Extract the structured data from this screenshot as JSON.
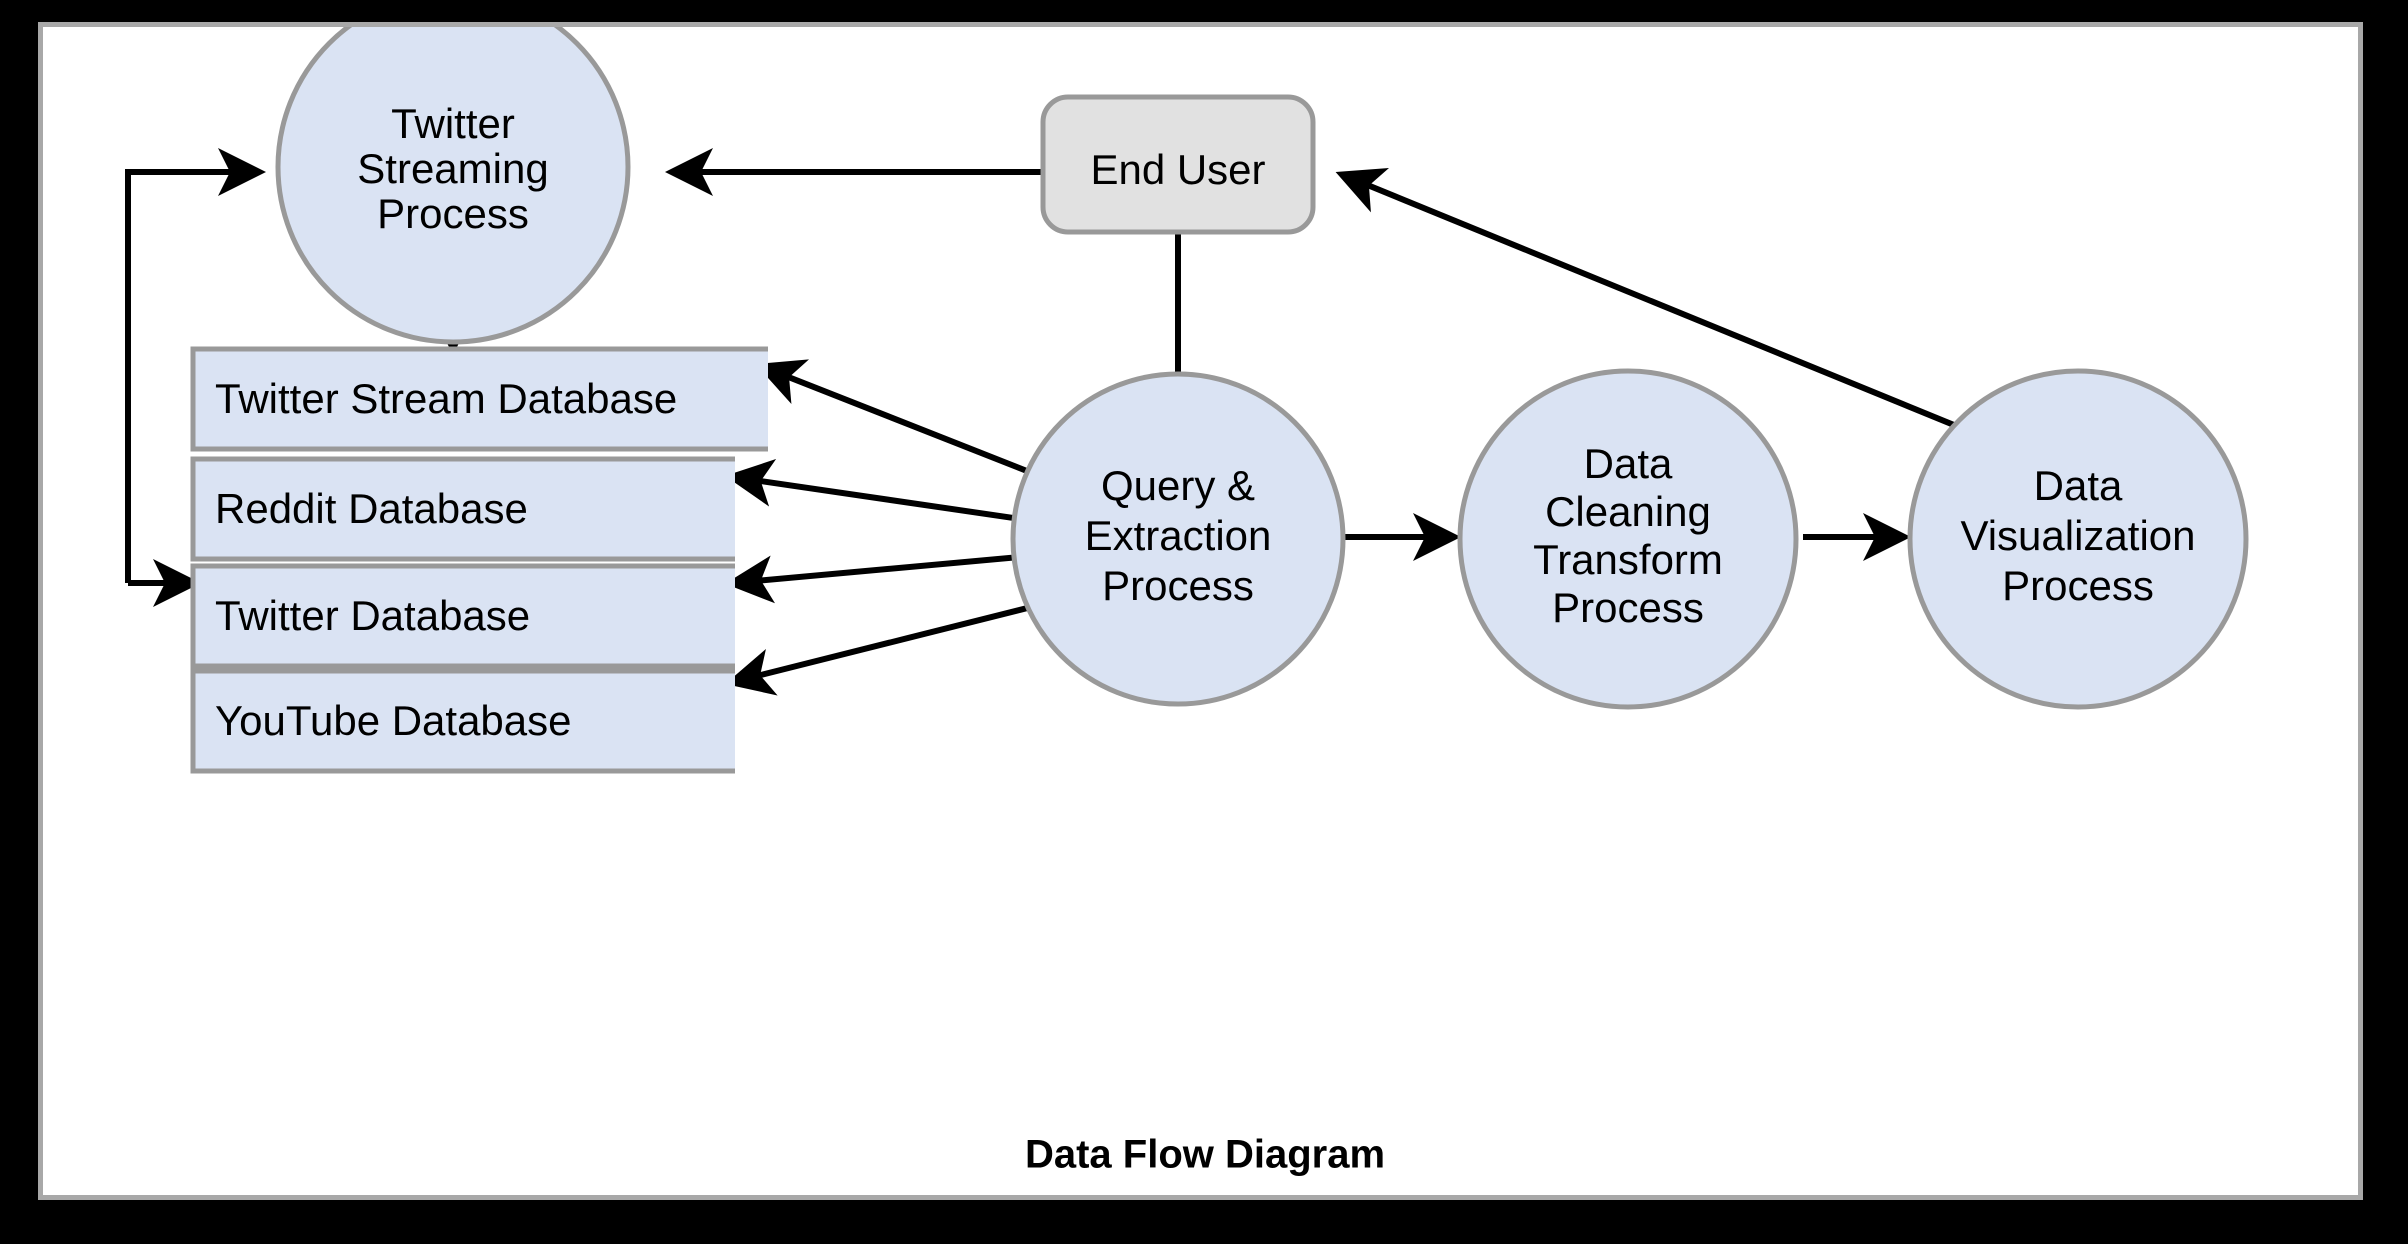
{
  "diagram": {
    "caption": "Data Flow Diagram",
    "colors": {
      "process_fill": "#dae3f3",
      "process_stroke": "#999999",
      "external_fill": "#e1e1e1",
      "external_stroke": "#999999",
      "datastore_fill": "#dae3f3",
      "datastore_stroke": "#999999",
      "flow_stroke": "#000000",
      "canvas_background": "#ffffff",
      "page_background": "#000000",
      "frame_border": "#a8a8a8"
    },
    "processes": [
      {
        "id": "twitter-streaming-process",
        "lines": [
          "Twitter",
          "Streaming",
          "Process"
        ],
        "shape": "circle"
      },
      {
        "id": "query-extraction-process",
        "lines": [
          "Query &",
          "Extraction",
          "Process"
        ],
        "shape": "circle"
      },
      {
        "id": "data-cleaning-transform-process",
        "lines": [
          "Data",
          "Cleaning",
          "Transform",
          "Process"
        ],
        "shape": "circle"
      },
      {
        "id": "data-visualization-process",
        "lines": [
          "Data",
          "Visualization",
          "Process"
        ],
        "shape": "circle"
      }
    ],
    "external_entities": [
      {
        "id": "end-user",
        "label": "End User",
        "shape": "rounded-rectangle"
      }
    ],
    "datastores": [
      {
        "id": "twitter-stream-database",
        "label": "Twitter Stream Database"
      },
      {
        "id": "reddit-database",
        "label": "Reddit Database"
      },
      {
        "id": "twitter-database",
        "label": "Twitter Database"
      },
      {
        "id": "youtube-database",
        "label": "YouTube Database"
      }
    ],
    "flows": [
      {
        "id": "flow-enduser-to-twitter-streaming",
        "from": "End User",
        "to": "Twitter Streaming Process",
        "direction": "one-way"
      },
      {
        "id": "flow-twitter-streaming-to-stream-db",
        "from": "Twitter Streaming Process",
        "to": "Twitter Stream Database",
        "direction": "one-way"
      },
      {
        "id": "flow-enduser-to-query",
        "from": "End User",
        "to": "Query & Extraction Process",
        "direction": "one-way"
      },
      {
        "id": "flow-stream-db-query",
        "from": "Twitter Stream Database",
        "to": "Query & Extraction Process",
        "direction": "two-way"
      },
      {
        "id": "flow-reddit-db-query",
        "from": "Reddit Database",
        "to": "Query & Extraction Process",
        "direction": "two-way"
      },
      {
        "id": "flow-twitter-db-query",
        "from": "Twitter Database",
        "to": "Query & Extraction Process",
        "direction": "two-way"
      },
      {
        "id": "flow-youtube-db-query",
        "from": "YouTube Database",
        "to": "Query & Extraction Process",
        "direction": "two-way"
      },
      {
        "id": "flow-query-to-cleaning",
        "from": "Query & Extraction Process",
        "to": "Data Cleaning Transform Process",
        "direction": "one-way"
      },
      {
        "id": "flow-cleaning-to-visualization",
        "from": "Data Cleaning Transform Process",
        "to": "Data Visualization Process",
        "direction": "one-way"
      },
      {
        "id": "flow-visualization-to-enduser",
        "from": "Data Visualization Process",
        "to": "End User",
        "direction": "one-way"
      },
      {
        "id": "flow-loop-to-twitter-streaming",
        "from": "Twitter Database loop",
        "to": "Twitter Streaming Process",
        "direction": "one-way"
      },
      {
        "id": "flow-loop-to-twitter-database",
        "from": "Twitter Database loop",
        "to": "Twitter Database",
        "direction": "one-way"
      }
    ]
  }
}
